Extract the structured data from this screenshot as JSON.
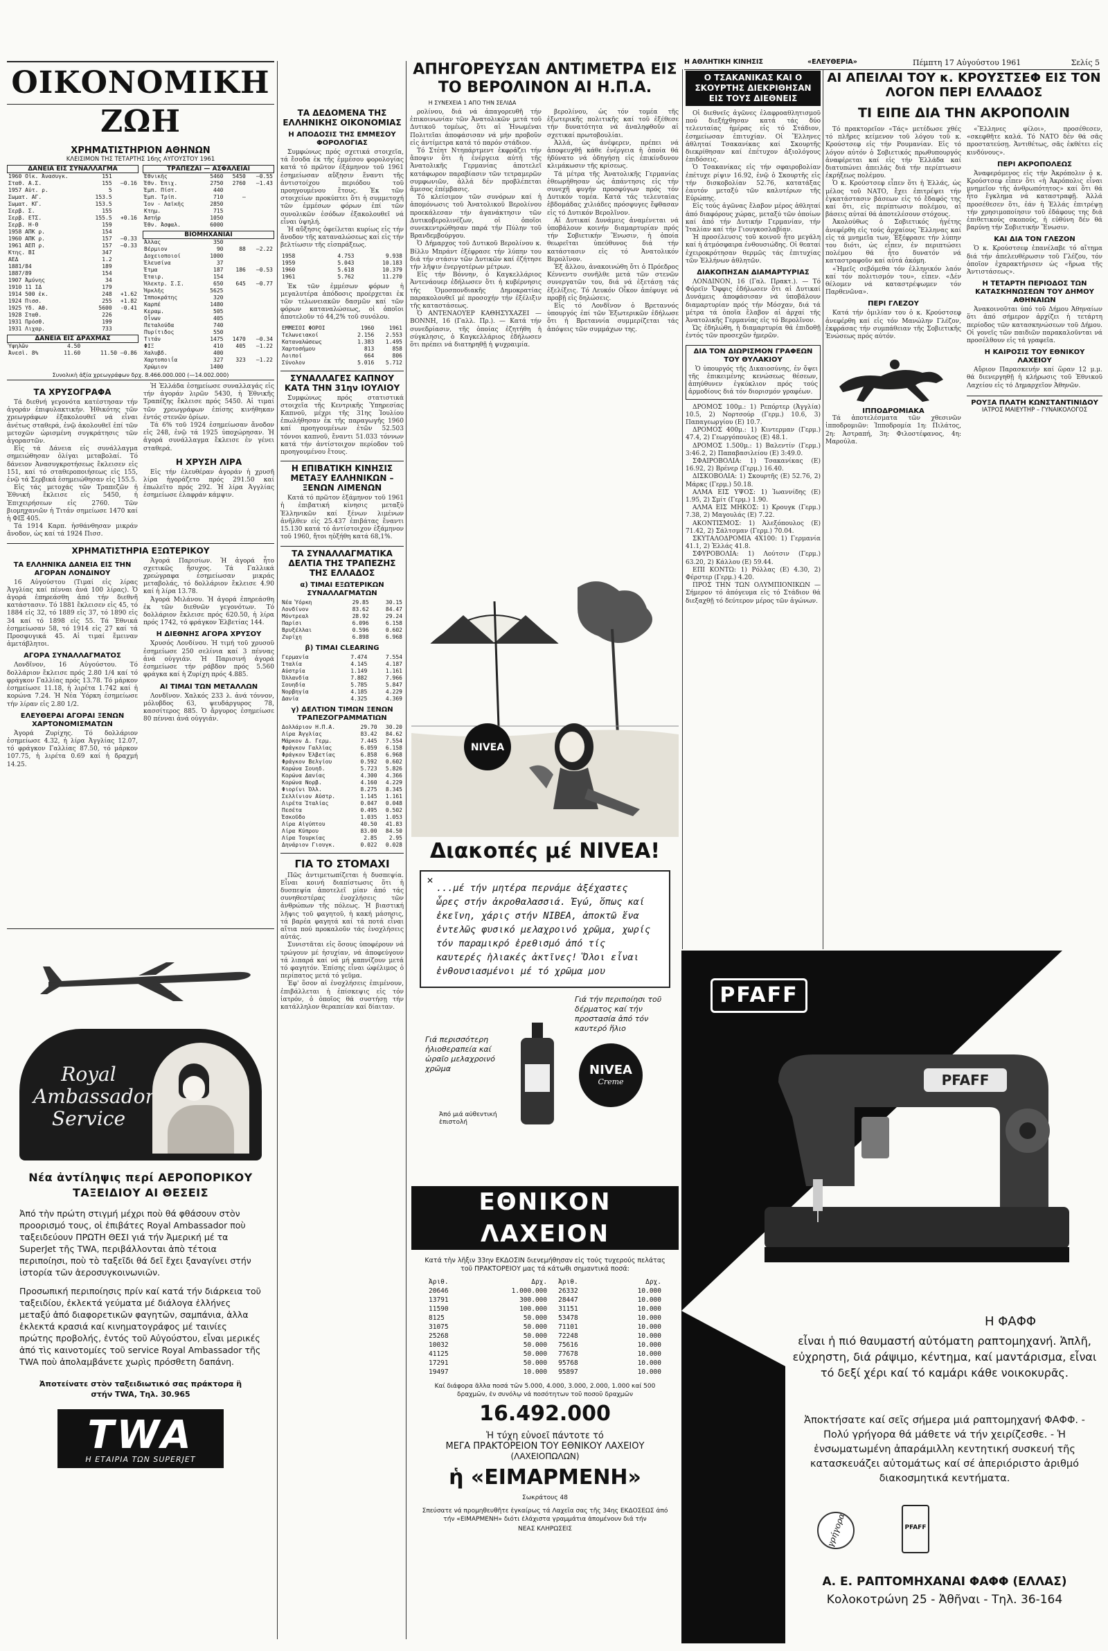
{
  "masthead": {
    "left": "Η ΑΘΛΗΤΙΚΗ ΚΙΝΗΣΙΣ",
    "center": "«ΕΛΕΥΘΕΡΙΑ»",
    "date": "Πέμπτη 17 Αὐγούστου 1961",
    "page": "Σελίς 5"
  },
  "left": {
    "section_title": "ΟΙΚΟΝΟΜΙΚΗ ΖΩΗ",
    "exchange_title": "ΧΡΗΜΑΤΙΣΤΗΡΙΟΝ ΑΘΗΝΩΝ",
    "exchange_sub": "ΚΛΕΙΣΙΜΟΝ ΤΗΣ ΤΕΤΑΡΤΗΣ 16ης ΑΥΓΟΥΣΤΟΥ 1961",
    "table1_head": "ΔΑΝΕΙΑ ΕΙΣ ΣΥΝΑΛΛΑΓΜΑ",
    "table2_head": "ΤΡΑΠΕΖΑΙ — ΑΣΦΑΛΕΙΑΙ",
    "industry_head": "ΒΙΟΜΗΧΑΝΙΑΙ",
    "drachma_head": "ΔΑΝΕΙΑ ΕΙΣ ΔΡΑΧΜΑΣ",
    "totals_line": "Συνολικὴ ἀξία χρεωγράφων δρχ. 8.466.000.000 (—14.002.000)",
    "chrysografa_title": "ΤΑ ΧΡΥΣΟΓΡΑΦΑ",
    "foreign_title": "ΧΡΗΜΑΤΙΣΤΗΡΙΑ ΕΞΩΤΕΡΙΚΟΥ",
    "greek_loans_title": "ΤΑ ΕΛΛΗΝΙΚΑ ΔΑΝΕΙΑ ΕΙΣ ΤΗΝ ΑΓΟΡΑΝ ΛΟΝΔΙΝΟΥ",
    "agora_title": "ΑΓΟΡΑ ΣΥΝΑΛΛΑΓΜΑΤΟΣ",
    "eleftherai_title": "ΕΛΕΥΘΕΡΑΙ ΑΓΟΡΑΙ ΞΕΝΩΝ ΧΑΡΤΟΝΟΜΙΣΜΑΤΩΝ",
    "chrysi_lira_title": "Η ΧΡΥΣΗ ΛΙΡΑ",
    "diethnis_title": "Η ΔΙΕΘΝΗΣ ΑΓΟΡΑ ΧΡΥΣΟΥ",
    "metalla_title": "ΑΙ ΤΙΜΑΙ ΤΩΝ ΜΕΤΑΛΛΩΝ"
  },
  "col2": {
    "title1": "ΤΑ ΔΕΔΟΜΕΝΑ ΤΗΣ ΕΛΛΗΝΙΚΗΣ ΟΙΚΟΝΟΜΙΑΣ",
    "title1_sub": "Η ΑΠΟΔΟΣΙΣ ΤΗΣ ΕΜΜΕΣΟΥ ΦΟΡΟΛΟΓΙΑΣ",
    "title2": "ΣΥΝΑΛΛΑΓΕΣ ΚΑΠΝΟΥ ΚΑΤΑ ΤΗΝ 31ην ΙΟΥΛΙΟΥ",
    "title3": "Η ΕΠΙΒΑΤΙΚΗ ΚΙΝΗΣΙΣ ΜΕΤΑΞΥ ΕΛΛΗΝΙΚΩΝ – ΞΕΝΩΝ ΛΙΜΕΝΩΝ",
    "title4": "ΤΑ ΣΥΝΑΛΛΑΓΜΑΤΙΚΑ ΔΕΛΤΙΑ ΤΗΣ ΤΡΑΠΕΖΗΣ ΤΗΣ ΕΛΛΑΔΟΣ",
    "title4a": "α) ΤΙΜΑΙ ΕΞΩΤΕΡΙΚΩΝ ΣΥΝΑΛΛΑΓΜΑΤΩΝ",
    "title4b": "β) ΤΙΜΑΙ CLEARING",
    "title4c": "γ) ΔΕΛΤΙΟΝ ΤΙΜΩΝ ΞΕΝΩΝ ΤΡΑΠΕΖΟΓΡΑΜΜΑΤΙΩΝ",
    "stomach_title": "ΓΙΑ ΤΟ ΣΤΟΜΑΧΙ"
  },
  "col3": {
    "headline": "ΑΠΗΓΟΡΕΥΣΑΝ ΑΝΤΙΜΕΤΡΑ ΕΙΣ ΤΟ ΒΕΡΟΛΙΝΟΝ ΑΙ Η.Π.Α.",
    "continued": "Η ΣΥΝΕΧΕΙΑ 1 ΑΠΟ ΤΗΝ ΣΕΛΙΔΑ"
  },
  "col4": {
    "headline": "Ο ΤΣΑΚΑΝΙΚΑΣ ΚΑΙ Ο ΣΚΟΥΡΤΗΣ ΔΙΕΚΡΙΘΗΣΑΝ ΕΙΣ ΤΟΥΣ ΔΙΕΘΝΕΙΣ",
    "sub1": "ΔΙΑΚΟΠΗΣΑΝ ΔΙΑΜΑΡΤΥΡΙΑΣ",
    "box_title": "ΔΙΑ ΤΟΝ ΔΙΩΡΙΣΜΟΝ ΓΡΑΦΕΩΝ ΤΟΥ ΘΥΛΑΚΙΟΥ"
  },
  "col5": {
    "headline": "ΑΙ ΑΠΕΙΛΑΙ ΤΟΥ κ. ΚΡΟΥΣΤΣΕΦ ΕΙΣ ΤΟΝ ΛΟΓΟΝ ΠΕΡΙ ΕΛΛΑΔΟΣ",
    "subheadline": "ΤΙ ΕΙΠΕ ΔΙΑ ΤΗΝ ΑΚΡΟΠΟΛΙΝ",
    "akropolis_title": "ΠΕΡΙ ΑΚΡΟΠΟΛΕΩΣ",
    "glezos_title": "ΚΑΙ ΔΙΑ ΤΟΝ ΓΛΕΖΟΝ",
    "glezou_title": "ΠΕΡΙ ΓΛΕΖΟΥ",
    "period_title": "Η ΤΕΤΑΡΤΗ ΠΕΡΙΟΔΟΣ ΤΩΝ ΚΑΤΑΣΚΗΝΩΣΕΩΝ ΤΟΥ ΔΗΜΟΥ ΑΘΗΝΑΙΩΝ",
    "kairos_title": "Η ΚΑΙΡΟΣΙΣ ΤΟΥ ΕΘΝΙΚΟΥ ΛΑΧΕΙΟΥ",
    "ippodromia": "ΙΠΠΟΔΡΟΜΙΑΚΑ",
    "doctor_name": "ΡΟΥΞΑ ΠΛΑΤΗ ΚΩΝΣΤΑΝΤΙΝΙΔΟΥ",
    "doctor_title": "ΙΑΤΡΟΣ ΜΑΙΕΥΤΗΡ – ΓΥΝΑΙΚΟΛΟΓΟΣ"
  },
  "ad_twa": {
    "brand_script": "Royal Ambassador Service",
    "headline": "Νέα ἀντίληψις περί ΑΕΡΟΠΟΡΙΚΟΥ ΤΑΞΕΙΔΙΟΥ ΑΙ ΘΕΣΕΙΣ",
    "body1": "Ἀπό τὴν πρώτη στιγμή μέχρι ποὺ θά φθάσουν στὸν προορισμό τους, οἱ ἐπιβάτες Royal Ambassador ποὺ ταξειδεύουν ΠΡΩΤΗ ΘΕΣΙ γιά τήν Ἀμερική μέ τα SuperJet τῆς TWA, περιβάλλονται ἀπὸ τέτοια περιποίησι, ποὺ τὸ ταξεῖδι θά δεῖ ἔχει ξαναγίνει στήν ἱστορία τῶν ἀεροσυγκοινωνιῶν.",
    "body2": "Προσωπική περιποίησις πρίν καί κατά τήν διάρκεια τοῦ ταξειδίου, ἐκλεκτά γεύματα μέ διάλογα ἐλλήνες μεταξύ ἀπό διαφορετικῶν φαγητῶν, σαμπάνια, ἀλλα ἐκλεκτά κρασιά καί κινηματογράφος μέ ταινίες πρώτης προβολής, ἐντός τοῦ Αὐγούστου, εἶναι μερικές ἀπό τὶς καινοτομίες τοῦ service Royal Ambassador τῆς TWA ποὺ ἀπολαμβάνετε χωρὶς πρόσθετη δαπάνη.",
    "footer": "Ἀποτείνατε στὸν ταξειδιωτικό σας πράκτορα ἢ στήν TWA, Τηλ. 30.965",
    "logo": "TWA",
    "tagline": "Η ΕΤΑΙΡΙΑ ΤΩΝ SUPERJET"
  },
  "ad_nivea": {
    "headline": "Διακοπές μέ NIVEA!",
    "quote": "...μέ τήν μητέρα περνάμε ἀξέχαστες ὧρες στήν ἀκροθαλασσιά. Ἐγώ, ὅπως καί ἐκεῖνη, χάρις στήν ΝΙΒΕΑ, ἀποκτῶ ἕνα ἐντελῶς φυσικό μελαχροινό χρῶμα, χωρίς τόν παραμικρό ἐρεθισμό ἀπό τίς καυτερές ἡλιακές ἀκτῖνες! Ὅλοι εἶναι ἐνθουσιασμένοι μέ τό χρῶμα μου",
    "left_caption": "Γιά περισσότερη ἡλιοθεραπεία καί ὡραῖο μελαχροινό χρῶμα",
    "right_caption": "Γιά τήν περιποίησι τοῦ δέρματος καί τήν προστασία ἀπό τόν καυτερό ἥλιο",
    "bottom_caption": "Ἀπό μιά αὐθεντική ἐπιστολή",
    "brand": "NIVEA",
    "brand_sub": "Creme",
    "umbrella": "NIVEA"
  },
  "ad_lottery": {
    "title": "ΕΘΝΙΚΟΝ ΛΑΧΕΙΟΝ",
    "intro": "Κατά τὴν λῆξιν 33ην ΕΚΔΟΣΙΝ διενεμήθησαν εἰς τούς τυχερούς πελάτας τοῦ ΠΡΑΚΤΟΡΕΙΟΥ μας τά κάτωθι σημαντικά ποσά:",
    "col_head": [
      "Ἀριθ.",
      "Δρχ.",
      "Ἀριθ.",
      "Δρχ."
    ],
    "rows": [
      [
        "20646",
        "1.000.000",
        "26332",
        "10.000"
      ],
      [
        "13791",
        "300.000",
        "28447",
        "10.000"
      ],
      [
        "11590",
        "100.000",
        "31151",
        "10.000"
      ],
      [
        "8125",
        "50.000",
        "53478",
        "10.000"
      ],
      [
        "31075",
        "50.000",
        "71101",
        "10.000"
      ],
      [
        "25268",
        "50.000",
        "72248",
        "10.000"
      ],
      [
        "10032",
        "50.000",
        "75616",
        "10.000"
      ],
      [
        "41125",
        "50.000",
        "77678",
        "10.000"
      ],
      [
        "17291",
        "50.000",
        "95768",
        "10.000"
      ],
      [
        "19497",
        "10.000",
        "95897",
        "10.000"
      ]
    ],
    "extra": "Καί διάφορα ἄλλα ποσά τῶν 5.000, 4.000, 3.000, 2.000, 1.000 καί 500 δραχμῶν, ἐν συνόλῳ νά ποσότητων τοῦ ποσοῦ δραχμῶν",
    "total": "16.492.000",
    "luck1": "Ἡ τύχη εὑνοεῖ πάντοτε τό",
    "luck2": "ΜΕΓΑ ΠΡΑΚΤΟΡΕΙΟΝ ΤΟΥ ΕΘΝΙΚΟΥ ΛΑΧΕΙΟΥ",
    "luck3": "(ΛΑΧΕΙΟΠΩΛΩΝ)",
    "name": "ἡ «ΕΙΜΑΡΜΕΝΗ»",
    "address": "Σωκράτους 48",
    "footer": "Σπεύσατε νά προμηθευθῆτε ἐγκαίρως τά Λαχεῖα σας τῆς 34ης ΕΚΔΟΣΕΩΣ ἀπό τήν «ΕΙΜΑΡΜΕΝΗ» διότι ἐλάχιστα γραμμάτια ἀπομένουν διά τήν",
    "footer2": "ΝΕΑΣ ΚΛΗΡΩΣΕΙΣ"
  },
  "ad_pfaff": {
    "brand": "PFAFF",
    "machine_label": "PFAFF",
    "headline": "Η ΦΑΦΦ",
    "body1": "εἶναι ἡ πιό θαυμαστή αὐτόματη ραπτομηχανή. Ἁπλῆ, εὐχρηστη, διά ράψιμο, κέντημα, καί μαντάρισμα, εἶναι τό δεξί χέρι καί τό καμάρι κάθε νοικοκυρᾶς.",
    "body2": "Ἀποκτήσατε καί σεῖς σήμερα μιά ραπτομηχανή ΦΑΦΦ. - Πολύ γρήγορα θά μάθετε νά τήν χειρίζεσθε. - Ἡ ἐνσωματωμένη ἀπαράμιλλη κεντητική συσκευή τῆς κατασκευάζει αὐτομάτως καί σέ ἀπεριόριστο ἀριθμό διακοσμητικά κεντήματα.",
    "dealer": "Α. Ε. ΡΑΠΤΟΜΗΧΑΝΑΙ ΦΑΦΦ (ΕΛΛΑΣ)",
    "address": "Κολοκοτρώνη 25 - Ἀθῆναι - Τηλ. 36-164",
    "stamp": "γρήγορα",
    "logo_small": "PFAFF"
  }
}
